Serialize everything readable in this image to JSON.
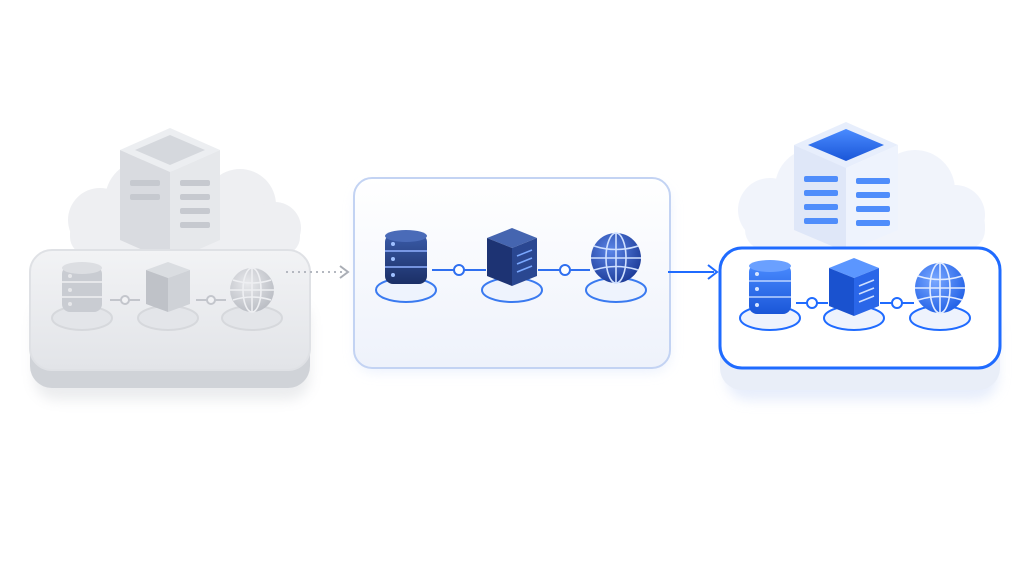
{
  "stages": [
    {
      "id": "legacy-environment",
      "state": "inactive",
      "nodes": [
        "database-icon",
        "server-icon",
        "globe-icon"
      ],
      "backdrop": [
        "cloud-icon",
        "building-icon"
      ]
    },
    {
      "id": "transition-environment",
      "state": "in-progress",
      "nodes": [
        "database-icon",
        "server-icon",
        "globe-icon"
      ],
      "backdrop": []
    },
    {
      "id": "cloud-environment",
      "state": "active",
      "nodes": [
        "database-icon",
        "server-icon",
        "globe-icon"
      ],
      "backdrop": [
        "cloud-icon",
        "building-icon"
      ]
    }
  ],
  "connectors": [
    {
      "from": "legacy-environment",
      "to": "transition-environment",
      "style": "dotted-arrow"
    },
    {
      "from": "transition-environment",
      "to": "cloud-environment",
      "style": "solid-arrow"
    }
  ],
  "colors": {
    "inactive": "#cfd2d8",
    "inactive_dark": "#b4b8bf",
    "navy": "#1f3f8a",
    "accent_blue": "#2f6ff0",
    "bright_blue": "#1f6bff",
    "panel_border": "#bcd0f5"
  }
}
